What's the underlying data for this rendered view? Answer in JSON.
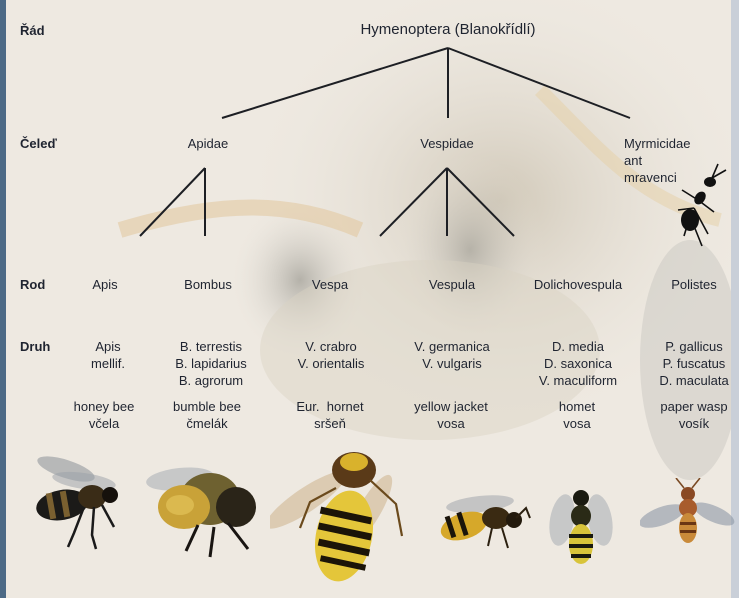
{
  "ranks": {
    "rad": "Řád",
    "celed": "Čeleď",
    "rod": "Rod",
    "druh": "Druh"
  },
  "order": "Hymenoptera (Blanokřídlí)",
  "families": {
    "apidae": "Apidae",
    "vespidae": "Vespidae",
    "myrmicidae": [
      "Myrmicidae",
      "ant",
      "mravenci"
    ]
  },
  "genera": [
    "Apis",
    "Bombus",
    "Vespa",
    "Vespula",
    "Dolichovespula",
    "Polistes"
  ],
  "species": [
    [
      "Apis",
      "mellif."
    ],
    [
      "B. terrestis",
      "B. lapidarius",
      "B. agrorum"
    ],
    [
      "V. crabro",
      "V. orientalis"
    ],
    [
      "V. germanica",
      "V. vulgaris"
    ],
    [
      "D. media",
      "D. saxonica",
      "V. maculiform"
    ],
    [
      "P. gallicus",
      "P. fuscatus",
      "D. maculata"
    ]
  ],
  "common_names": [
    [
      "honey bee",
      "včela"
    ],
    [
      "bumble bee",
      "čmelák"
    ],
    [
      "Eur.  hornet",
      "sršeň"
    ],
    [
      "yellow jacket",
      "vosa"
    ],
    [
      "homet",
      "vosa"
    ],
    [
      "paper wasp",
      "vosík"
    ]
  ],
  "insect_icons": [
    "honey-bee-icon",
    "bumble-bee-icon",
    "hornet-icon",
    "yellow-jacket-icon",
    "aerial-yellowjacket-icon",
    "paper-wasp-icon",
    "ant-icon"
  ]
}
